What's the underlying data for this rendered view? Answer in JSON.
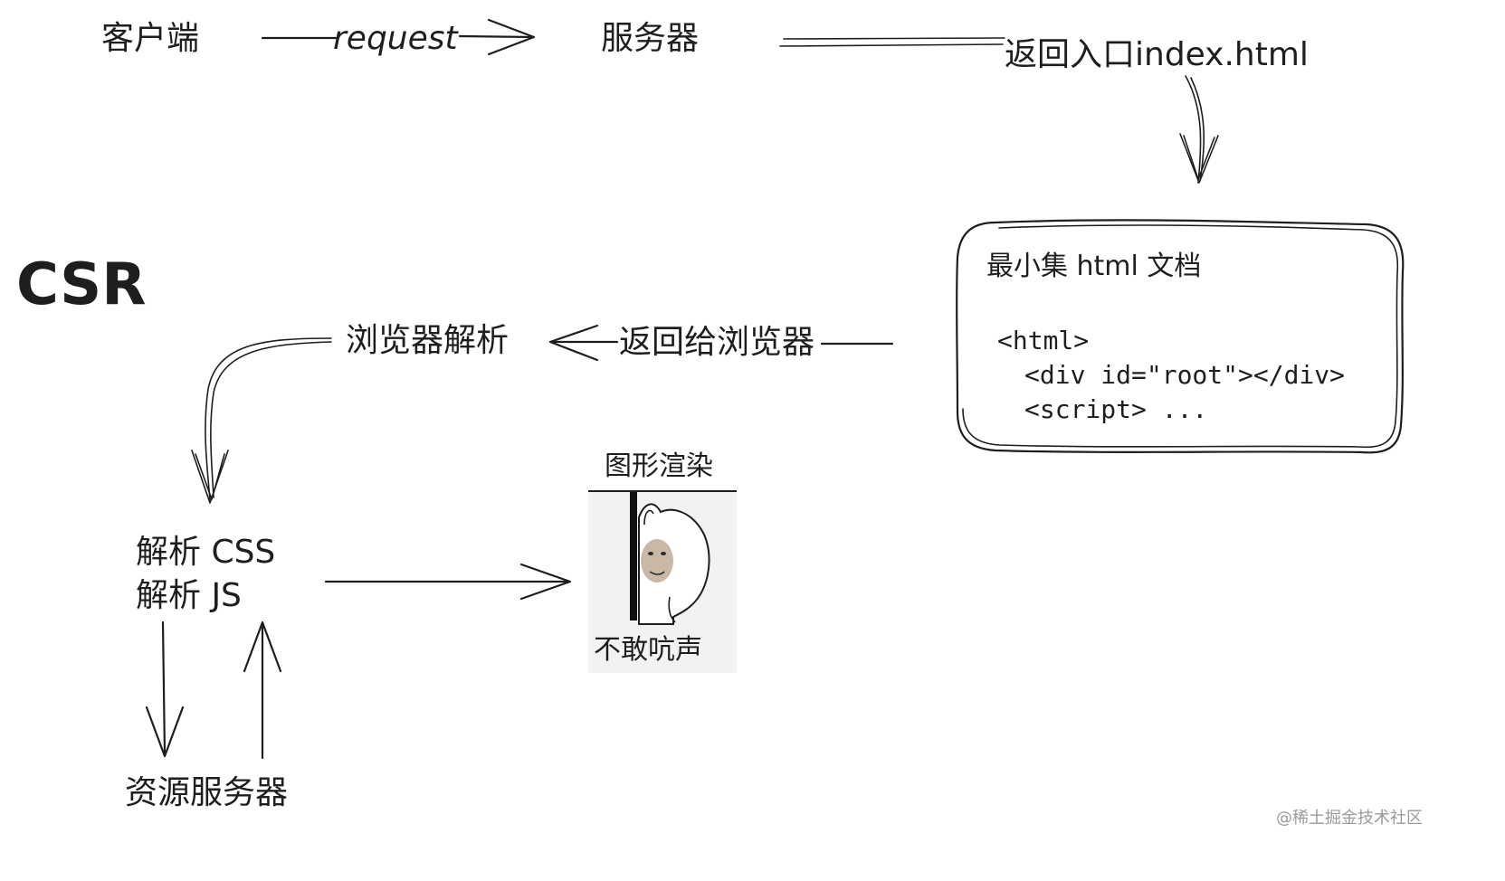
{
  "title": "CSR",
  "nodes": {
    "client": "客户端",
    "server": "服务器",
    "return_entry": "返回入口index.html",
    "browser_parse": "浏览器解析",
    "return_to_browser": "返回给浏览器",
    "parse_css": "解析 CSS",
    "parse_js": "解析 JS",
    "resource_server": "资源服务器",
    "render_label": "图形渲染"
  },
  "edges": {
    "request": "request"
  },
  "html_box": {
    "title": "最小集 html 文档",
    "lines": [
      "<html>",
      "<div id=\"root\"></div>",
      "<script> ..."
    ]
  },
  "meme": {
    "caption": "不敢吭声"
  },
  "watermark": "@稀土掘金技术社区"
}
